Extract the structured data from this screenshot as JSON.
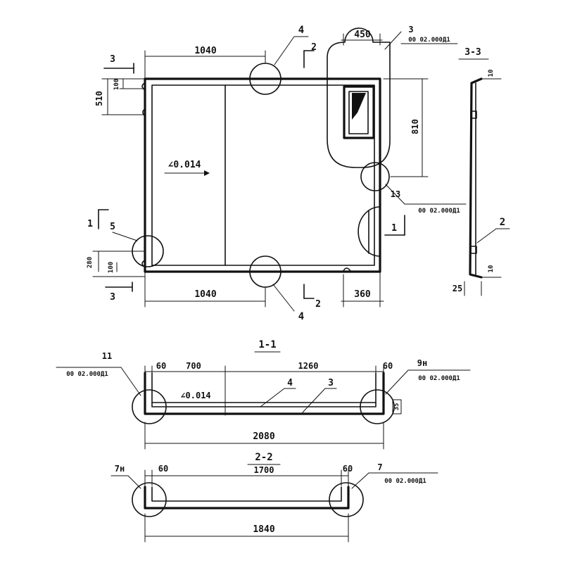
{
  "plan": {
    "dim_top_width": "1040",
    "dim_bottom_width": "1040",
    "dim_top_right": "450",
    "dim_bottom_right": "360",
    "dim_left_510": "510",
    "dim_left_100_top": "100",
    "dim_left_280": "280",
    "dim_left_100_bottom": "100",
    "dim_right_810": "810",
    "slope": "∠0.014",
    "callout_4_top": "4",
    "callout_4_bottom": "4",
    "callout_3_top": "3",
    "callout_3_ref": "00 02.000Д1",
    "callout_5": "5",
    "callout_13": "13",
    "callout_13_ref": "00 02.000Д1",
    "cut_3_left": "3",
    "cut_3_left_bottom": "3",
    "cut_2_top": "2",
    "cut_2_bottom": "2",
    "cut_1_left": "1",
    "cut_1_right": "1"
  },
  "section33": {
    "title": "3-3",
    "dim_10_top": "10",
    "dim_10_bottom": "10",
    "dim_25": "25",
    "callout_2": "2"
  },
  "section11": {
    "title": "1-1",
    "dim_60_left": "60",
    "dim_700": "700",
    "dim_1260": "1260",
    "dim_60_right": "60",
    "dim_2080": "2080",
    "dim_35": "35",
    "slope": "∠0.014",
    "callout_4": "4",
    "callout_3": "3",
    "callout_11": "11",
    "callout_11_ref": "00 02.000Д1",
    "callout_9h": "9н",
    "callout_9h_ref": "00 02.000Д1"
  },
  "section22": {
    "title": "2-2",
    "dim_60_left": "60",
    "dim_1700": "1700",
    "dim_60_right": "60",
    "dim_1840": "1840",
    "callout_7h": "7н",
    "callout_7": "7",
    "callout_7_ref": "00 02.000Д1"
  }
}
